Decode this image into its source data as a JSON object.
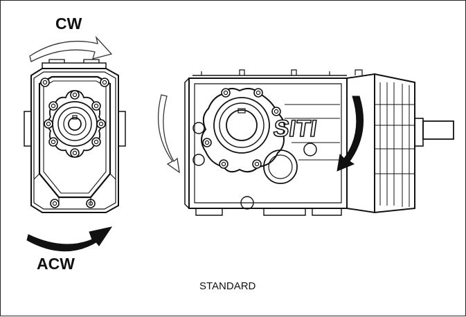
{
  "labels": {
    "cw": "CW",
    "acw": "ACW",
    "standard": "STANDARD",
    "brand": "SITI"
  },
  "icons": {
    "cw_arrow": "cw-rotation-arrow-icon",
    "acw_arrow": "acw-rotation-arrow-icon"
  },
  "colors": {
    "line": "#111111",
    "arrow_outline": "#333333"
  }
}
